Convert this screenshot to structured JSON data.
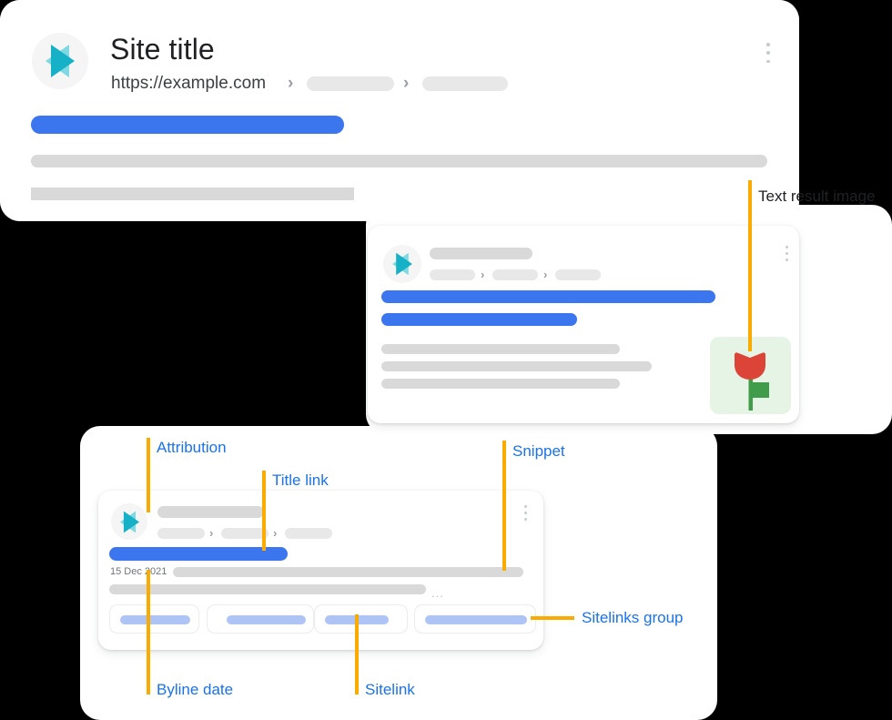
{
  "background_color": "#000000",
  "accent": {
    "link_blue": "#3b76ef",
    "sitelink_blue": "#aec4f5",
    "placeholder_grey": "#d9d9d9",
    "placeholder_grey_light": "#e8e8e8",
    "callout_blue": "#1a73e8",
    "leader_orange": "#f9ab00",
    "thumb_bg": "#e6f4e6",
    "tulip_red": "#dc4437",
    "tulip_green": "#3f9c4b",
    "favicon_teal": "#16b1c6",
    "favicon_teal_light": "#7fd9e3"
  },
  "top_card": {
    "favicon_icon": "play-triangle-star-icon",
    "site_title": "Site title",
    "site_url": "https://example.com",
    "breadcrumb_separators": [
      ">",
      ">"
    ],
    "breadcrumb_placeholders": 2,
    "overflow_icon": "three-dot-menu-icon",
    "title_link_placeholder": true,
    "snippet_lines": 2
  },
  "middle_card": {
    "favicon_icon": "play-triangle-star-icon",
    "overflow_icon": "three-dot-menu-icon",
    "attribution_placeholders": 1,
    "breadcrumb_separators": [
      ">",
      ">"
    ],
    "breadcrumb_placeholders": 3,
    "title_link_lines": 2,
    "snippet_lines": 3,
    "thumbnail_icon": "tulip-flower-icon"
  },
  "bottom_card": {
    "favicon_icon": "play-triangle-star-icon",
    "overflow_icon": "three-dot-menu-icon",
    "attribution_placeholders": 1,
    "breadcrumb_separators": [
      ">",
      ">"
    ],
    "breadcrumb_placeholders": 3,
    "title_link_lines": 1,
    "byline_date": "15 Dec 2021",
    "snippet_lines": 2,
    "snippet_truncation": "...",
    "sitelinks_count": 4
  },
  "callouts": [
    {
      "id": "text-result-image",
      "label": "Text result image",
      "color": "dark"
    },
    {
      "id": "attribution",
      "label": "Attribution",
      "color": "blue"
    },
    {
      "id": "title-link",
      "label": "Title link",
      "color": "blue"
    },
    {
      "id": "snippet",
      "label": "Snippet",
      "color": "blue"
    },
    {
      "id": "sitelinks-group",
      "label": "Sitelinks group",
      "color": "blue"
    },
    {
      "id": "byline-date",
      "label": "Byline date",
      "color": "blue"
    },
    {
      "id": "sitelink",
      "label": "Sitelink",
      "color": "blue"
    }
  ]
}
